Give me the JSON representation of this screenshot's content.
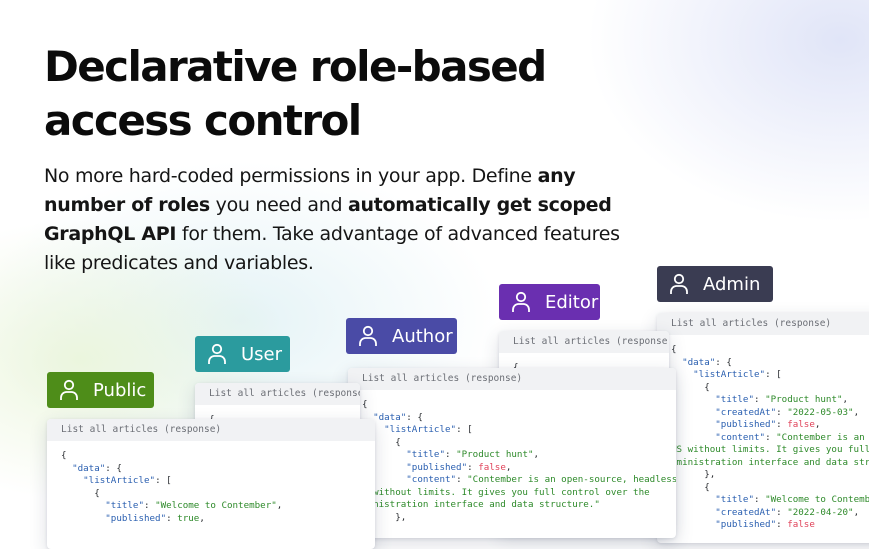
{
  "headline": {
    "line1": "Declarative role-based",
    "line2": "access control"
  },
  "description": {
    "p1": "No more hard-coded permissions in your app. Define ",
    "b1": "any number of roles",
    "p2": " you need and ",
    "b2": "automatically get scoped GraphQL API",
    "p3": " for them. Take advantage of advanced features like predicates and variables."
  },
  "roles": [
    {
      "label": "Public",
      "color": "#4e8d19"
    },
    {
      "label": "User",
      "color": "#2b9b9e"
    },
    {
      "label": "Author",
      "color": "#4a4ba6"
    },
    {
      "label": "Editor",
      "color": "#6a2fb0"
    },
    {
      "label": "Admin",
      "color": "#3a3c52"
    }
  ],
  "card_header": "List all articles (response)",
  "code": {
    "open": "{",
    "data_key": "\"data\"",
    "list_key": "\"listArticle\"",
    "title_key": "\"title\"",
    "created_key": "\"createdAt\"",
    "published_key": "\"published\"",
    "content_key": "\"content\"",
    "v_welcome": "\"Welcome to Contember\"",
    "v_product": "\"Product hunt\"",
    "v_date1": "\"2022-05-03\"",
    "v_date2": "\"2022-04-20\"",
    "v_true": "true",
    "v_false": "false",
    "author_content_1": "\"Contember is an open-source, headless",
    "author_content_2": "S without limits. It gives you full control over the",
    "author_content_3": "ministration interface and data structure.\"",
    "admin_content_1": "\"Contember is an op",
    "admin_content_2": "MS without limits. It gives you full",
    "admin_content_3": "dministration interface and data stru"
  }
}
